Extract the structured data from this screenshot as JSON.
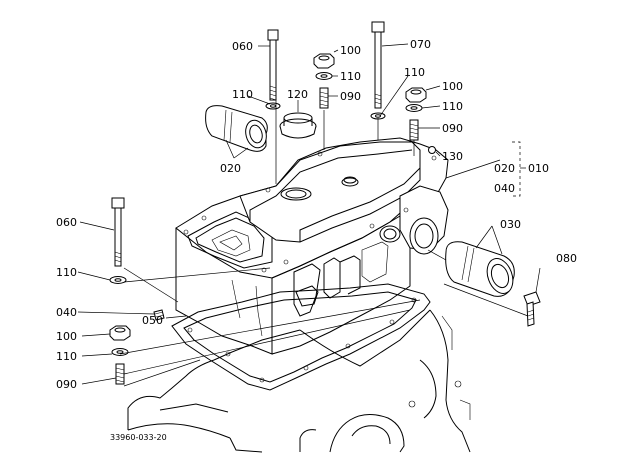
{
  "figure_id": "33960-033-20",
  "callouts": [
    {
      "key": "c060a",
      "text": "060"
    },
    {
      "key": "c100a",
      "text": "100"
    },
    {
      "key": "c110a",
      "text": "110"
    },
    {
      "key": "c070",
      "text": "070"
    },
    {
      "key": "c090a",
      "text": "090"
    },
    {
      "key": "c110b",
      "text": "110"
    },
    {
      "key": "c120",
      "text": "120"
    },
    {
      "key": "c110c",
      "text": "110"
    },
    {
      "key": "c100b",
      "text": "100"
    },
    {
      "key": "c110d",
      "text": "110"
    },
    {
      "key": "c090b",
      "text": "090"
    },
    {
      "key": "c130",
      "text": "130"
    },
    {
      "key": "c020a",
      "text": "020"
    },
    {
      "key": "c020b",
      "text": "020"
    },
    {
      "key": "c010",
      "text": "010"
    },
    {
      "key": "c040a",
      "text": "040"
    },
    {
      "key": "c060b",
      "text": "060"
    },
    {
      "key": "c030",
      "text": "030"
    },
    {
      "key": "c080",
      "text": "080"
    },
    {
      "key": "c110e",
      "text": "110"
    },
    {
      "key": "c040b",
      "text": "040"
    },
    {
      "key": "c050",
      "text": "050"
    },
    {
      "key": "c100c",
      "text": "100"
    },
    {
      "key": "c110f",
      "text": "110"
    },
    {
      "key": "c090c",
      "text": "090"
    }
  ]
}
